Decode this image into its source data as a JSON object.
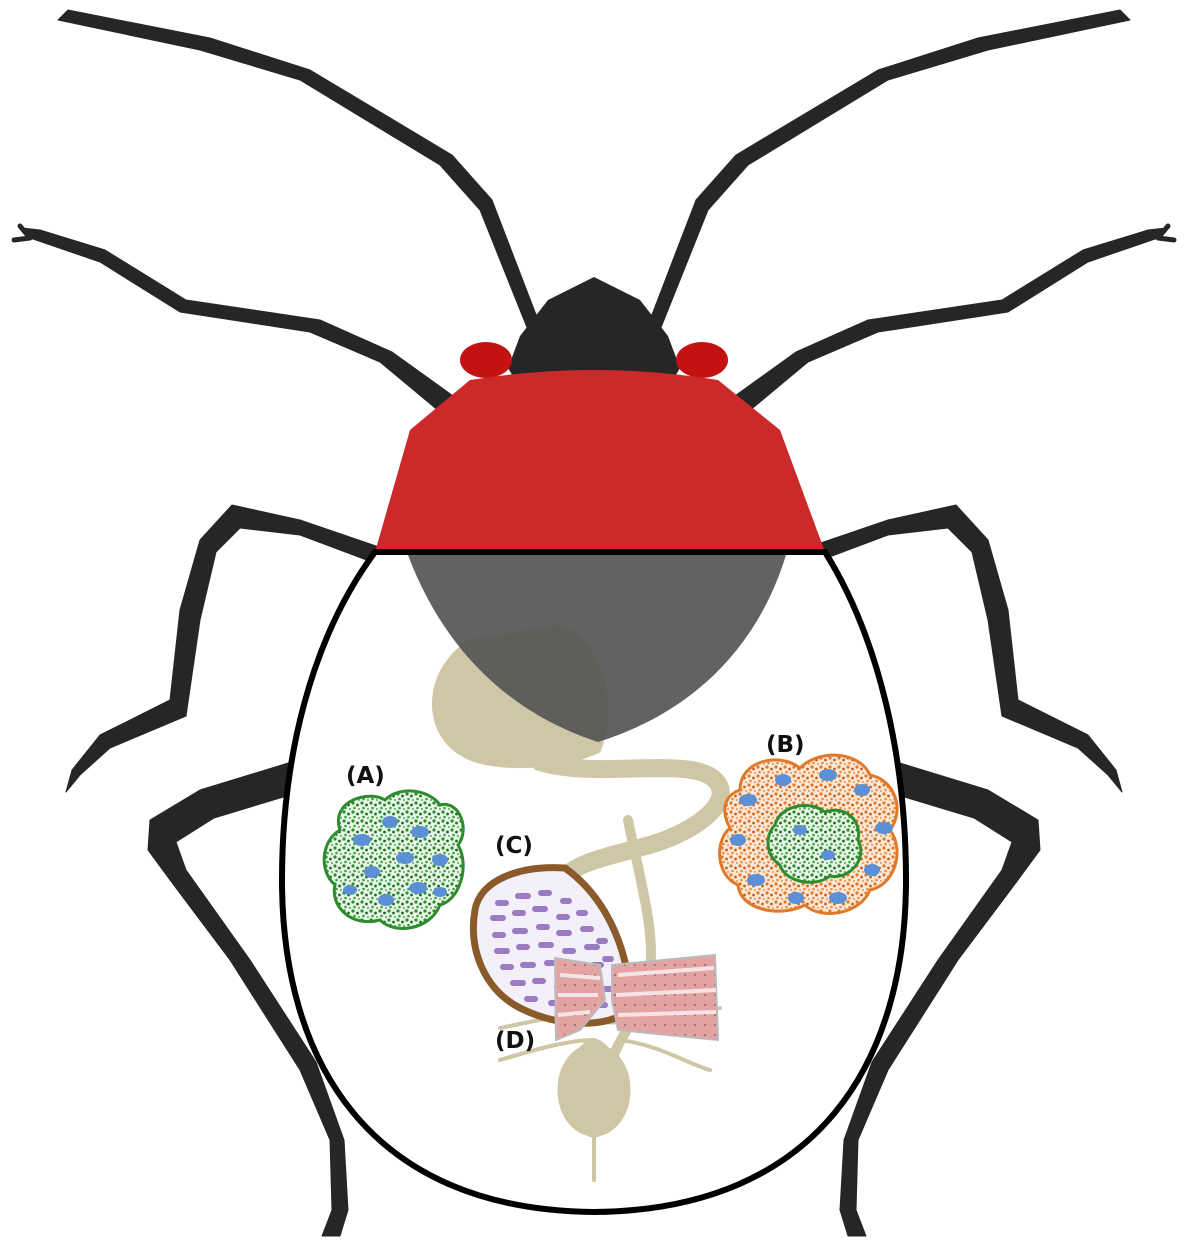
{
  "labels": {
    "a": "(A)",
    "b": "(B)",
    "c": "(C)",
    "d": "(D)"
  },
  "colors": {
    "body_black": "#262626",
    "pronotum_red": "#cc2a2a",
    "eye_red": "#c41111",
    "scutellum_gray": "#555555",
    "gut_tan": "#cfc6a6",
    "organ_a_green": "#2e8b2e",
    "organ_b_orange": "#e07a2a",
    "organ_c_purple": "#9b7cc2",
    "organ_c_wall_brown": "#8b5a2b",
    "organ_d_pink": "#e3a3a3",
    "cell_nucleus_blue": "#5b8fd6"
  }
}
